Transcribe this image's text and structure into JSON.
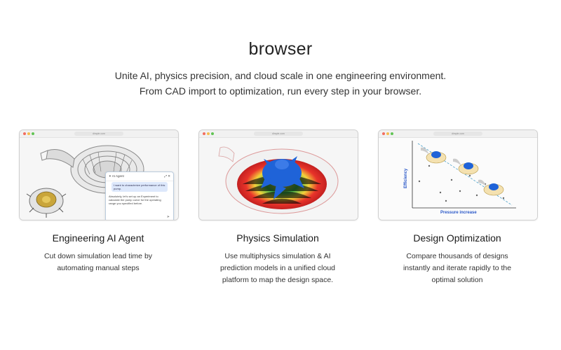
{
  "section": {
    "heading": "browser",
    "subtitle_line1": "Unite AI, physics precision, and cloud scale in one engineering environment.",
    "subtitle_line2": "From CAD import to optimization, run every step in your browser."
  },
  "cards": [
    {
      "title": "Engineering AI Agent",
      "desc_lines": [
        "Cut down simulation lead time by",
        "automating manual steps"
      ],
      "browser_url": "dimple.com",
      "chat": {
        "header": "AI Agent",
        "user_message": "I want to characterize performance of this pump.",
        "ai_message": "Absolutely, let's set up an Experiment to calculate the pump curve for the operating range you specified before.",
        "send_icon": "send-icon"
      }
    },
    {
      "title": "Physics Simulation",
      "desc_lines": [
        "Use multiphysics simulation & AI",
        "prediction models in a unified cloud",
        "platform to map the design space."
      ],
      "browser_url": "dimple.com"
    },
    {
      "title": "Design Optimization",
      "desc_lines": [
        "Compare thousands of designs",
        "instantly and iterate rapidly to the",
        "optimal solution"
      ],
      "browser_url": "dimple.com",
      "plot": {
        "ylabel": "Efficiency",
        "xlabel": "Pressure increase"
      }
    }
  ],
  "colors": {
    "accent_blue": "#2a58c8",
    "heat_red": "#e8332a",
    "heat_yellow": "#f2d23a",
    "heat_green": "#3bb54a",
    "impeller_blue": "#1f63d8"
  }
}
